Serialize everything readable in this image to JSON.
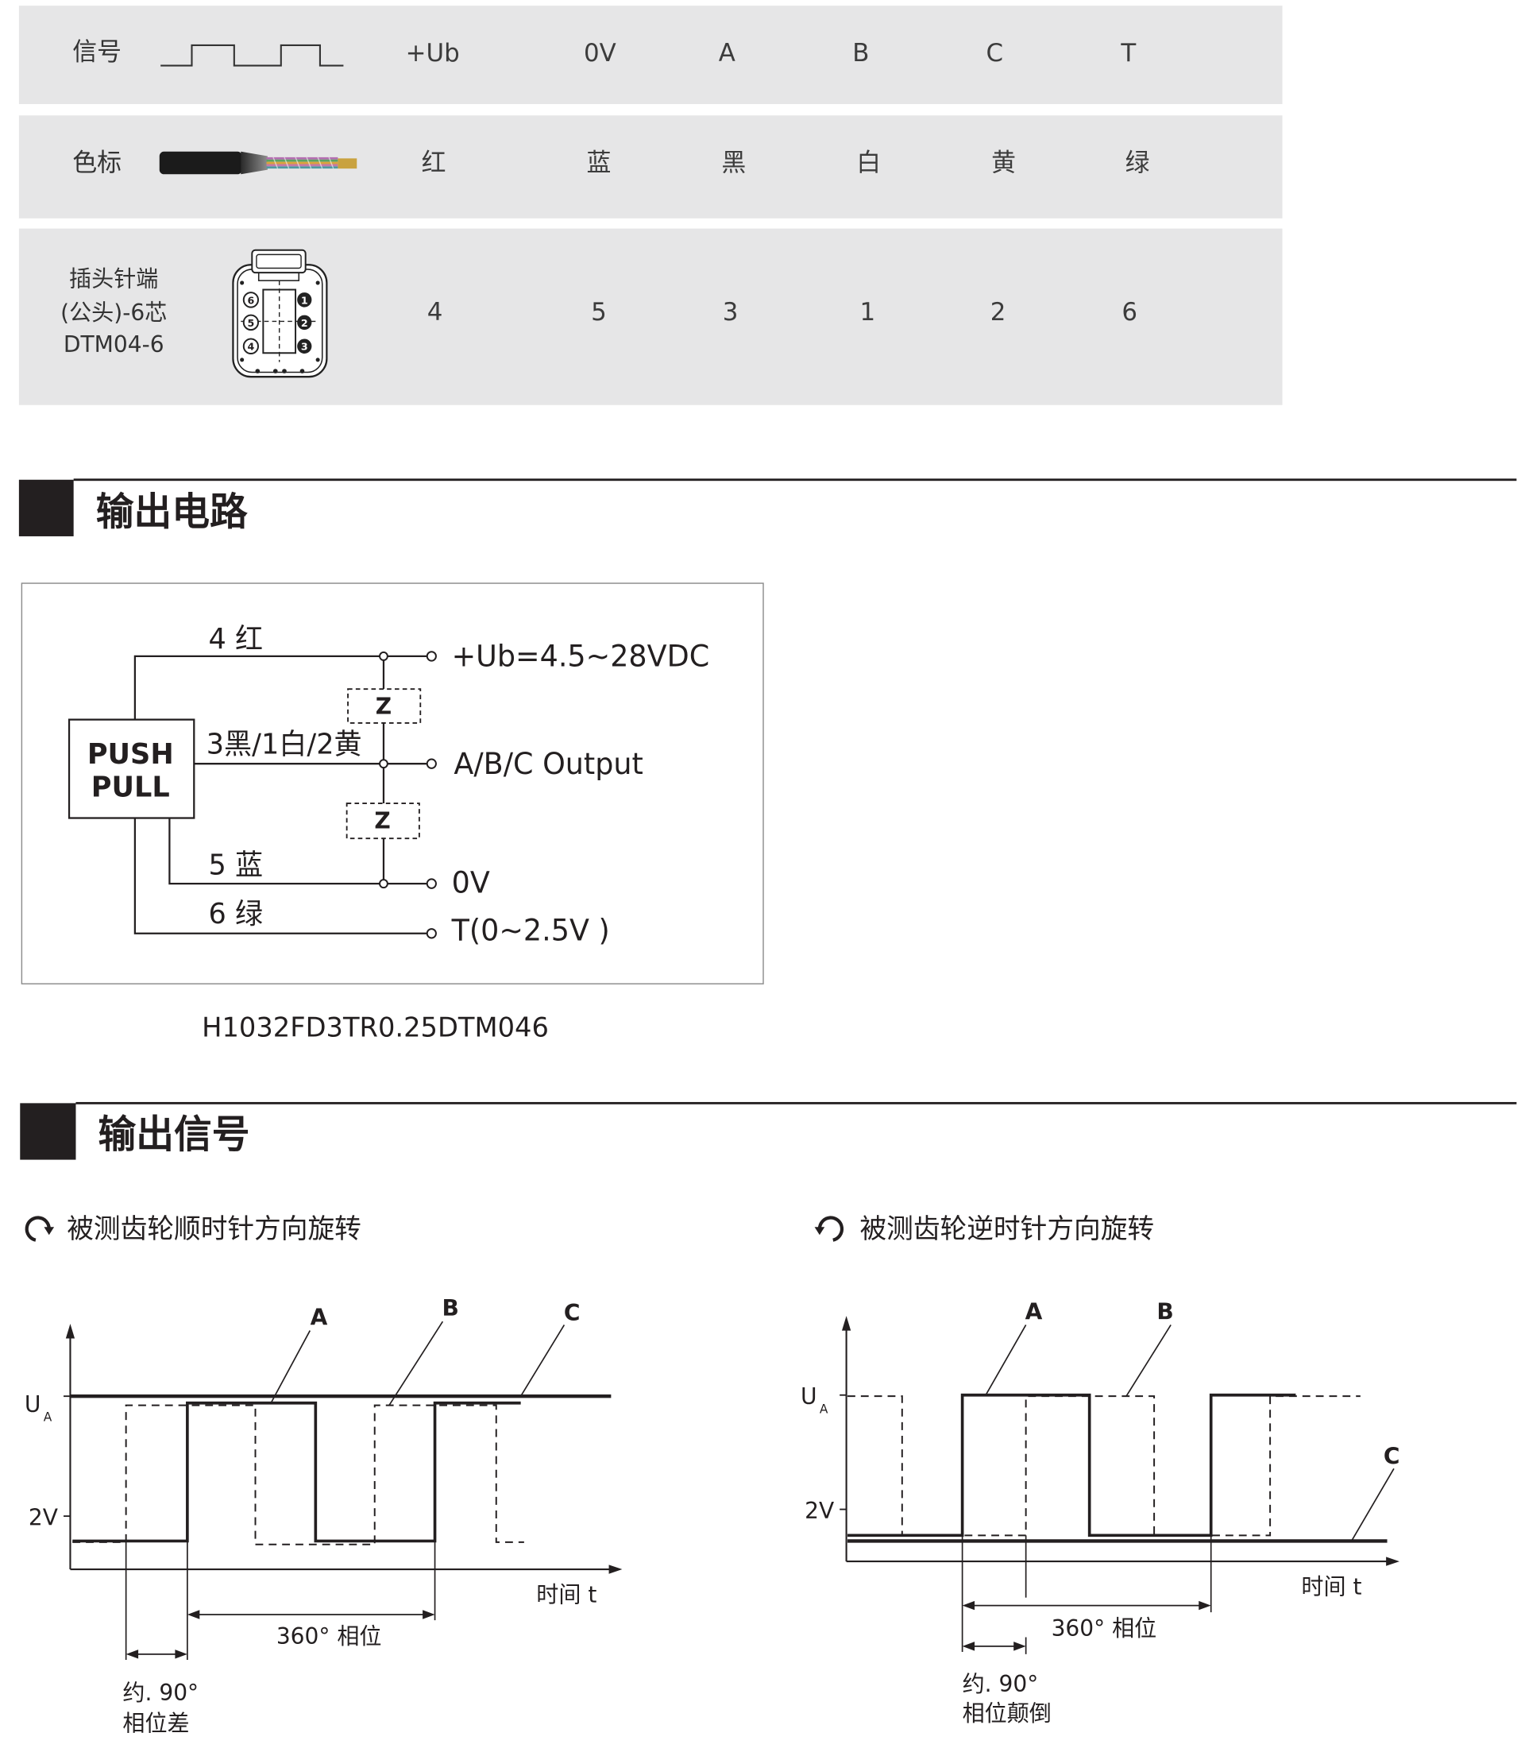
{
  "colors": {
    "row_background": "#e6e6e7",
    "section_marker": "#231f20",
    "text": "#3c3c3c"
  },
  "icons": {
    "signal": "square-wave-icon",
    "color_code": "cable-icon",
    "connector": "connector-icon",
    "clockwise": "clockwise-arrow-icon",
    "counterclockwise": "counterclockwise-arrow-icon"
  },
  "table": {
    "signal_row": {
      "label": "信号",
      "values": [
        "+Ub",
        "0V",
        "A",
        "B",
        "C",
        "T"
      ]
    },
    "color_row": {
      "label": "色标",
      "values": [
        "红",
        "蓝",
        "黑",
        "白",
        "黄",
        "绿"
      ]
    },
    "pin_row": {
      "label_lines": [
        "插头针端",
        "(公头)-6芯",
        "DTM04-6"
      ],
      "values": [
        "4",
        "5",
        "3",
        "1",
        "2",
        "6"
      ]
    },
    "connector_pins": {
      "left": [
        "6",
        "5",
        "4"
      ],
      "right": [
        "1",
        "2",
        "3"
      ]
    }
  },
  "output_circuit": {
    "title": "输出电路",
    "driver": [
      "PUSH",
      "PULL"
    ],
    "wire_labels": [
      "4 红",
      "3黑/1白/2黄",
      "5 蓝",
      "6 绿"
    ],
    "terminals": [
      "+Ub=4.5~28VDC",
      "A/B/C Output",
      "0V",
      "T(0~2.5V )"
    ],
    "zener_label": "Z",
    "model": "H1032FD3TR0.25DTM046"
  },
  "output_signal": {
    "title": "输出信号",
    "clockwise": {
      "caption": "被测齿轮顺时针方向旋转",
      "y_label_main": "U",
      "y_label_sub": "A",
      "y_low_label": "2V",
      "x_label": "时间 t",
      "series_labels": [
        "A",
        "B",
        "C"
      ],
      "period_label": "360° 相位",
      "offset_lines": [
        "约. 90°",
        "相位差"
      ]
    },
    "counterclockwise": {
      "caption": "被测齿轮逆时针方向旋转",
      "y_label_main": "U",
      "y_label_sub": "A",
      "y_low_label": "2V",
      "x_label": "时间 t",
      "series_labels": [
        "A",
        "B",
        "C"
      ],
      "period_label": "360° 相位",
      "offset_lines": [
        "约. 90°",
        "相位颠倒"
      ]
    }
  }
}
